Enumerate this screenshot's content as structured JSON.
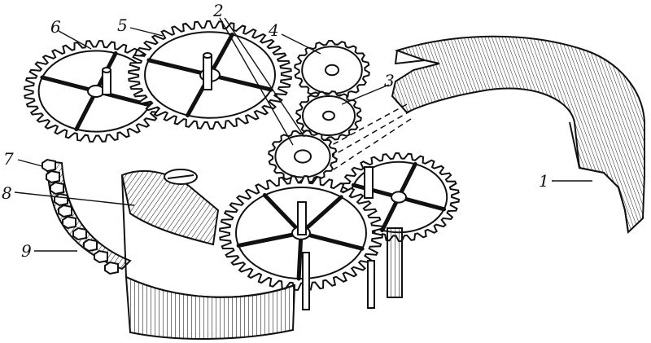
{
  "diagram": {
    "labels": {
      "l1": "1",
      "l2": "2",
      "l3": "3",
      "l4": "4",
      "l5": "5",
      "l6": "6",
      "l7": "7",
      "l8": "8",
      "l9": "9"
    },
    "colors": {
      "ink": "#111111",
      "paper": "#ffffff"
    }
  }
}
